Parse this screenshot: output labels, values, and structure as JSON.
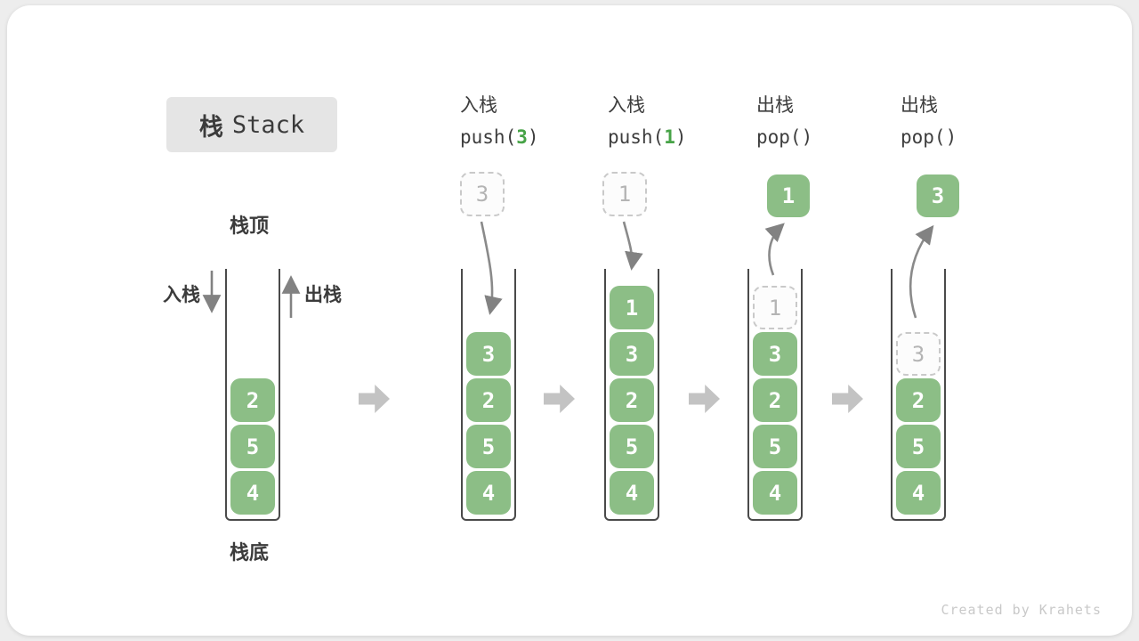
{
  "title": {
    "zh": "栈",
    "en": "Stack"
  },
  "side_labels": {
    "stack_top": "栈顶",
    "stack_bottom": "栈底",
    "push": "入栈",
    "pop": "出栈"
  },
  "operations": [
    {
      "label": "入栈",
      "code": {
        "pre": "push(",
        "arg": "3",
        "post": ")"
      }
    },
    {
      "label": "入栈",
      "code": {
        "pre": "push(",
        "arg": "1",
        "post": ")"
      }
    },
    {
      "label": "出栈",
      "code": {
        "pre": "pop(",
        "arg": "",
        "post": ")"
      }
    },
    {
      "label": "出栈",
      "code": {
        "pre": "pop(",
        "arg": "",
        "post": ")"
      }
    }
  ],
  "stacks": [
    {
      "cells": [
        "2",
        "5",
        "4"
      ]
    },
    {
      "cells": [
        "3",
        "2",
        "5",
        "4"
      ],
      "incoming": "3"
    },
    {
      "cells": [
        "1",
        "3",
        "2",
        "5",
        "4"
      ],
      "incoming": "1"
    },
    {
      "cells": [
        "1",
        "3",
        "2",
        "5",
        "4"
      ],
      "popped": "1"
    },
    {
      "cells": [
        "3",
        "2",
        "5",
        "4"
      ],
      "popped": "3"
    }
  ],
  "watermark": "Created by Krahets",
  "colors": {
    "box_green": "#8cbe86",
    "arg_green": "#47a347",
    "ghost_gray": "#b4b4b4",
    "arrow_gray": "#8a8a8a",
    "block_arrow_gray": "#c3c3c3",
    "title_box_bg": "#e5e5e5"
  }
}
